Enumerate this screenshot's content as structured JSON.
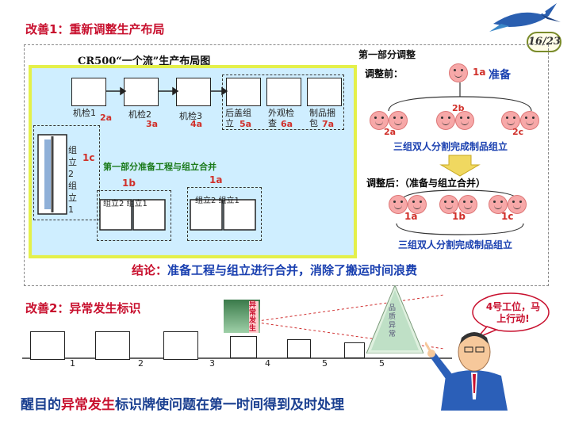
{
  "header": {
    "title1": "改善1：重新调整生产布局",
    "page": "16/23"
  },
  "layout": {
    "title": "CR500“一个流”生产布局图",
    "stations": [
      {
        "name": "机检1",
        "code": "2a"
      },
      {
        "name": "机检2",
        "code": "3a"
      },
      {
        "name": "机检3",
        "code": "4a"
      },
      {
        "name": "后盖组立",
        "code": "5a"
      },
      {
        "name": "外观检查",
        "code": "6a"
      },
      {
        "name": "制品捆包",
        "code": "7a"
      }
    ],
    "left_unit": "组立2组立1",
    "left_code": "1c",
    "merge_note": "第一部分准备工程与组立合并",
    "bottom_units": [
      {
        "label": "组立2 组立1",
        "code": "1b"
      },
      {
        "label": "组立2 组立1",
        "code": "1a"
      }
    ]
  },
  "adjust": {
    "title": "第一部分调整",
    "before_label": "调整前：",
    "before_top_code": "1a",
    "before_top_text": "准备",
    "before_codes": [
      "2a",
      "2b",
      "2c"
    ],
    "before_caption": "三组双人分割完成制品组立",
    "after_label": "调整后：（准备与组立合并）",
    "after_codes": [
      "1a",
      "1b",
      "1c"
    ],
    "after_caption": "三组双人分割完成制品组立"
  },
  "conclusion": {
    "prefix": "结论：",
    "text": "准备工程与组立进行合并，消除了搬运时间浪费"
  },
  "section2": {
    "title": "改善2：异常发生标识",
    "steps": [
      "1",
      "2",
      "3",
      "4",
      "5",
      "5"
    ],
    "sign_small": "异常发生",
    "sign_big": "品质异常",
    "bubble": "4号工位，马上行动!"
  },
  "footer": {
    "pre": "醒目的",
    "highlight": "异常发生",
    "post": "标识牌使问题在第一时间得到及时处理"
  },
  "colors": {
    "accent_red": "#c8102e",
    "blue": "#1a40b0",
    "layout_bg": "#cfeeff",
    "frame_yellow": "#e4f04a"
  }
}
